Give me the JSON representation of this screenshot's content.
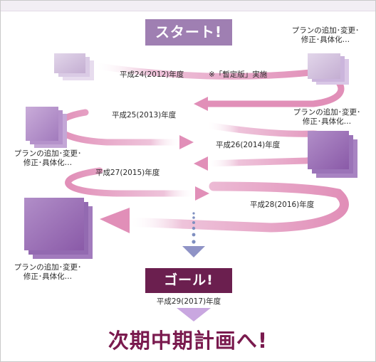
{
  "start_label": "スタート!",
  "goal_label": "ゴール!",
  "next_plan": "次期中期計画へ!",
  "years": {
    "y2012": "平成24(2012)年度",
    "y2012_note": "※「暫定版」実施",
    "y2013": "平成25(2013)年度",
    "y2014": "平成26(2014)年度",
    "y2015": "平成27(2015)年度",
    "y2016": "平成28(2016)年度",
    "y2017": "平成29(2017)年度"
  },
  "revision_notes": {
    "line1": "プランの追加･変更･",
    "line2": "修正･具体化…"
  },
  "colors": {
    "start_badge": "#9f7fb2",
    "goal_badge": "#6b1f4f",
    "arrow": "#e18fb8",
    "doc_light": "#c4aed2",
    "doc_dark": "#8a5aa8",
    "next_text": "#7a1a4e"
  }
}
